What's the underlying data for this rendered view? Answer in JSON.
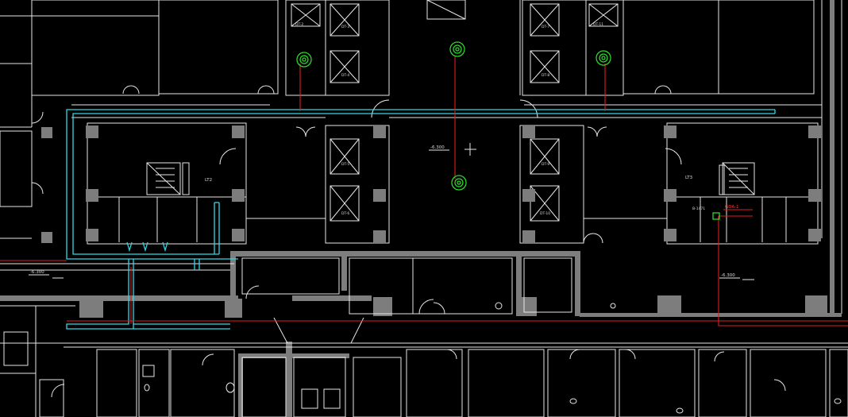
{
  "labels": {
    "elev_a": "-6.300",
    "elev_b": "-6.300",
    "elev_c": "-6.300",
    "lt2": "LT2",
    "lt3": "LT3",
    "dt1": "DT-1",
    "dt2": "DT-2",
    "dt3": "DT-3",
    "dt4": "DT-4",
    "dt5": "DT-5",
    "dt6": "DT-6",
    "dt7": "DT-7",
    "dt8": "DT-8",
    "dt9": "DT-9",
    "dt10": "DT-10",
    "dt11": "DT-11",
    "red_tag": "GDA-1",
    "tag_b": "B-1471"
  },
  "colors": {
    "background": "#000000",
    "wall": "#e6e6e6",
    "column": "#7d7d7d",
    "duct": "#33d6e6",
    "pipe": "#e01e1e",
    "riser": "#2bd62b"
  }
}
